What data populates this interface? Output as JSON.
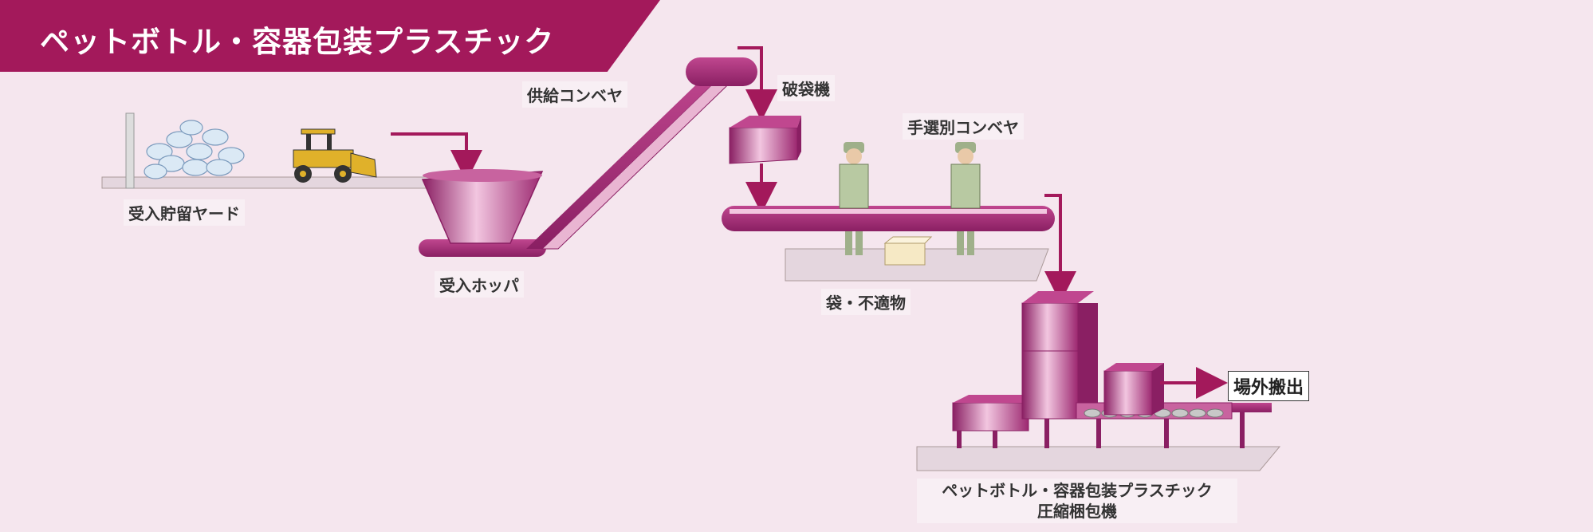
{
  "title": "ペットボトル・容器包装プラスチック",
  "colors": {
    "accent": "#a3195b",
    "background": "#f5e6ee",
    "machine": "#b0357e"
  },
  "labels": {
    "receiving_yard": "受入貯留ヤード",
    "receiving_hopper": "受入ホッパ",
    "feed_conveyor": "供給コンベヤ",
    "bag_breaker": "破袋機",
    "sorting_conveyor": "手選別コンベヤ",
    "rejects": "袋・不適物",
    "shipping": "場外搬出",
    "baler_line1": "ペットボトル・容器包装プラスチック",
    "baler_line2": "圧縮梱包機"
  }
}
